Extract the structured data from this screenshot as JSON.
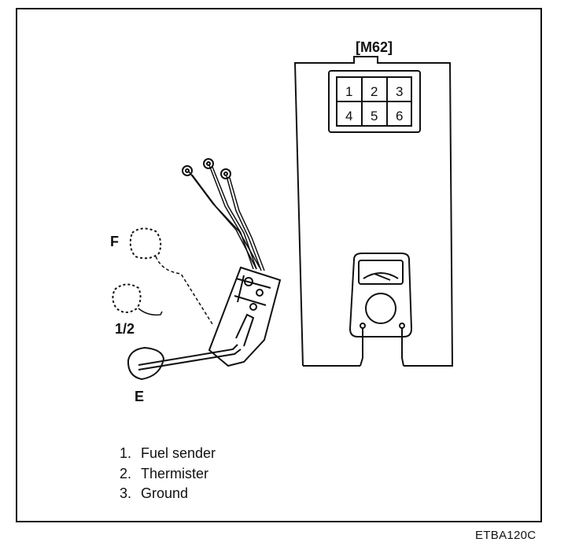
{
  "connector": {
    "label": "[M62]",
    "pins": [
      "1",
      "2",
      "3",
      "4",
      "5",
      "6"
    ]
  },
  "terminals": {
    "f": "F",
    "half": "1/2",
    "e": "E"
  },
  "legend": [
    {
      "number": "1.",
      "text": "Fuel sender"
    },
    {
      "number": "2.",
      "text": "Thermister"
    },
    {
      "number": "3.",
      "text": "Ground"
    }
  ],
  "figure_code": "ETBA120C"
}
